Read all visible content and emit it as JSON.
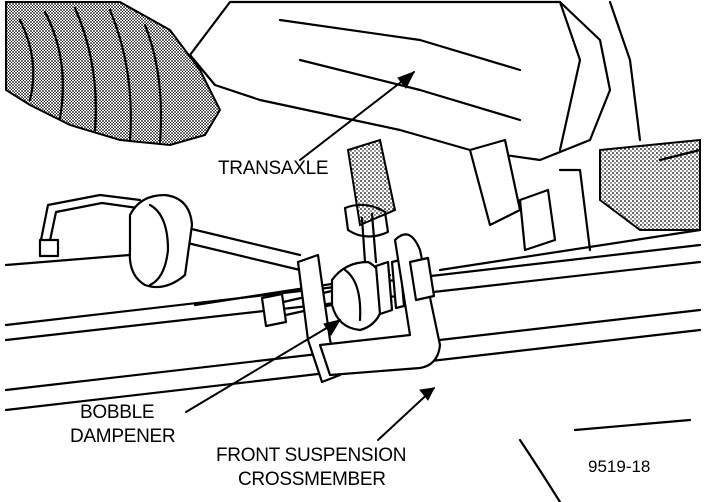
{
  "labels": {
    "transaxle": "TRANSAXLE",
    "bobble_dampener_line1": "BOBBLE",
    "bobble_dampener_line2": "DAMPENER",
    "crossmember_line1": "FRONT SUSPENSION",
    "crossmember_line2": "CROSSMEMBER"
  },
  "figure_number": "9519-18"
}
